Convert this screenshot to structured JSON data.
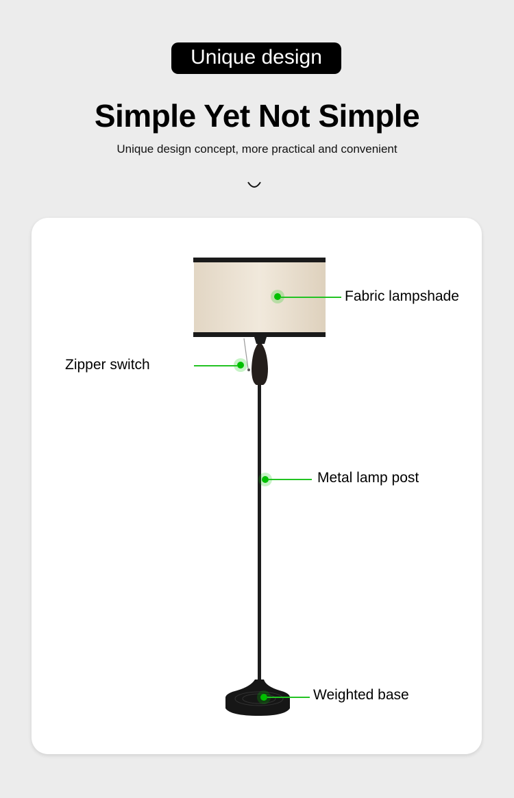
{
  "header": {
    "badge": "Unique design",
    "title": "Simple Yet Not Simple",
    "subtitle": "Unique design concept, more practical and convenient"
  },
  "callouts": [
    {
      "label": "Fabric lampshade"
    },
    {
      "label": "Zipper switch"
    },
    {
      "label": "Metal lamp post"
    },
    {
      "label": "Weighted base"
    }
  ],
  "colors": {
    "accent": "#00c000",
    "background": "#ececec",
    "card": "#ffffff"
  }
}
